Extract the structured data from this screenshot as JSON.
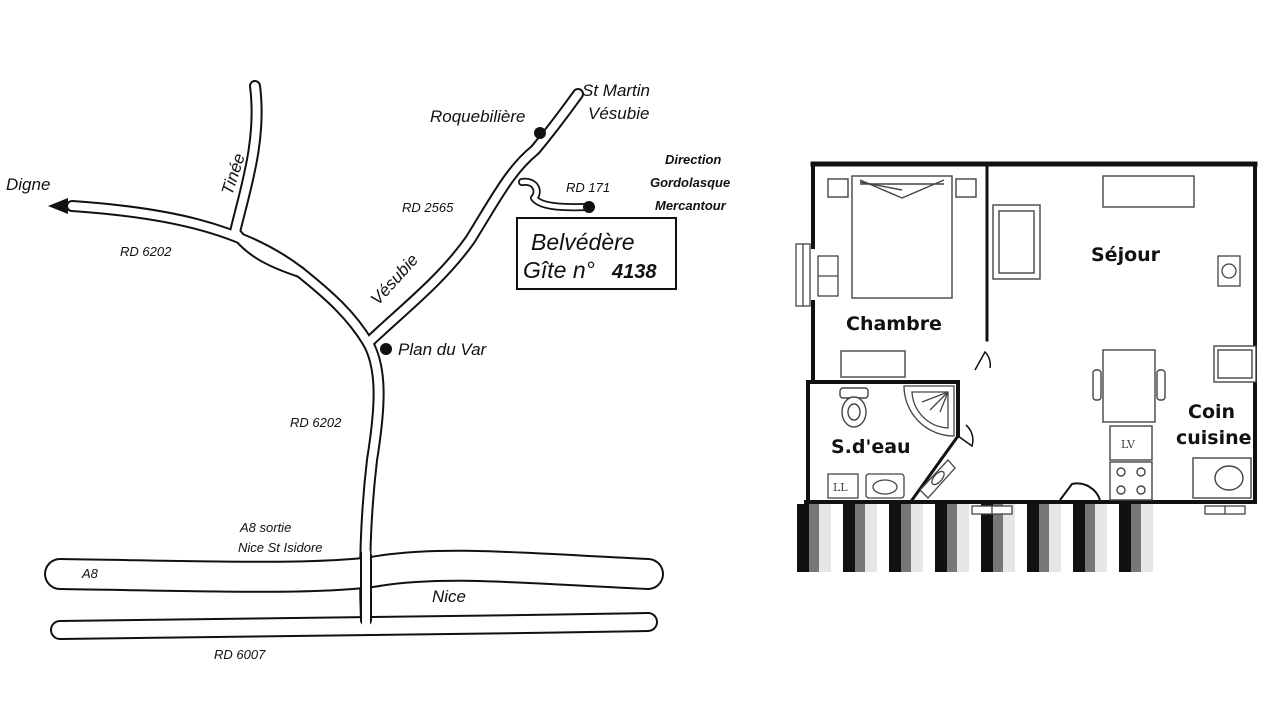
{
  "map": {
    "places": {
      "digne": "Digne",
      "st_martin_line1": "St Martin",
      "st_martin_line2": "Vésubie",
      "roquebiliere": "Roquebilière",
      "plan_du_var": "Plan du Var",
      "nice": "Nice"
    },
    "roads": {
      "tinee": "Tinée",
      "vesubie": "Vésubie",
      "rd6202_west": "RD 6202",
      "rd6202_south": "RD 6202",
      "rd2565": "RD 2565",
      "rd171": "RD 171",
      "a8": "A8",
      "rd6007": "RD 6007"
    },
    "direction": {
      "line1": "Direction",
      "line2": "Gordolasque",
      "line3": "Mercantour"
    },
    "exit": {
      "line1": "A8 sortie",
      "line2": "Nice St Isidore"
    },
    "destination": {
      "line1": "Belvédère",
      "line2_prefix": "Gîte n°",
      "line2_number": "4138"
    }
  },
  "floorplan": {
    "rooms": {
      "chambre": "Chambre",
      "sejour": "Séjour",
      "sdeau": "S.d'eau",
      "coin_line1": "Coin",
      "coin_line2": "cuisine"
    },
    "appliances": {
      "lave_linge": "LL",
      "lave_vaisselle": "LV"
    }
  }
}
